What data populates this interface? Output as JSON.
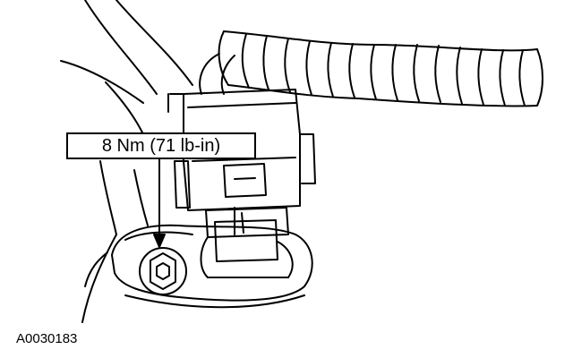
{
  "callout": {
    "torque_text": "8 Nm (71 lb-in)"
  },
  "figure_id": "A0030183",
  "illustration": {
    "parts": [
      "wiring-harness",
      "electrical-connector",
      "sensor",
      "mounting-bolt",
      "mounting-bracket"
    ],
    "line_color": "#000000",
    "background_color": "#ffffff"
  }
}
